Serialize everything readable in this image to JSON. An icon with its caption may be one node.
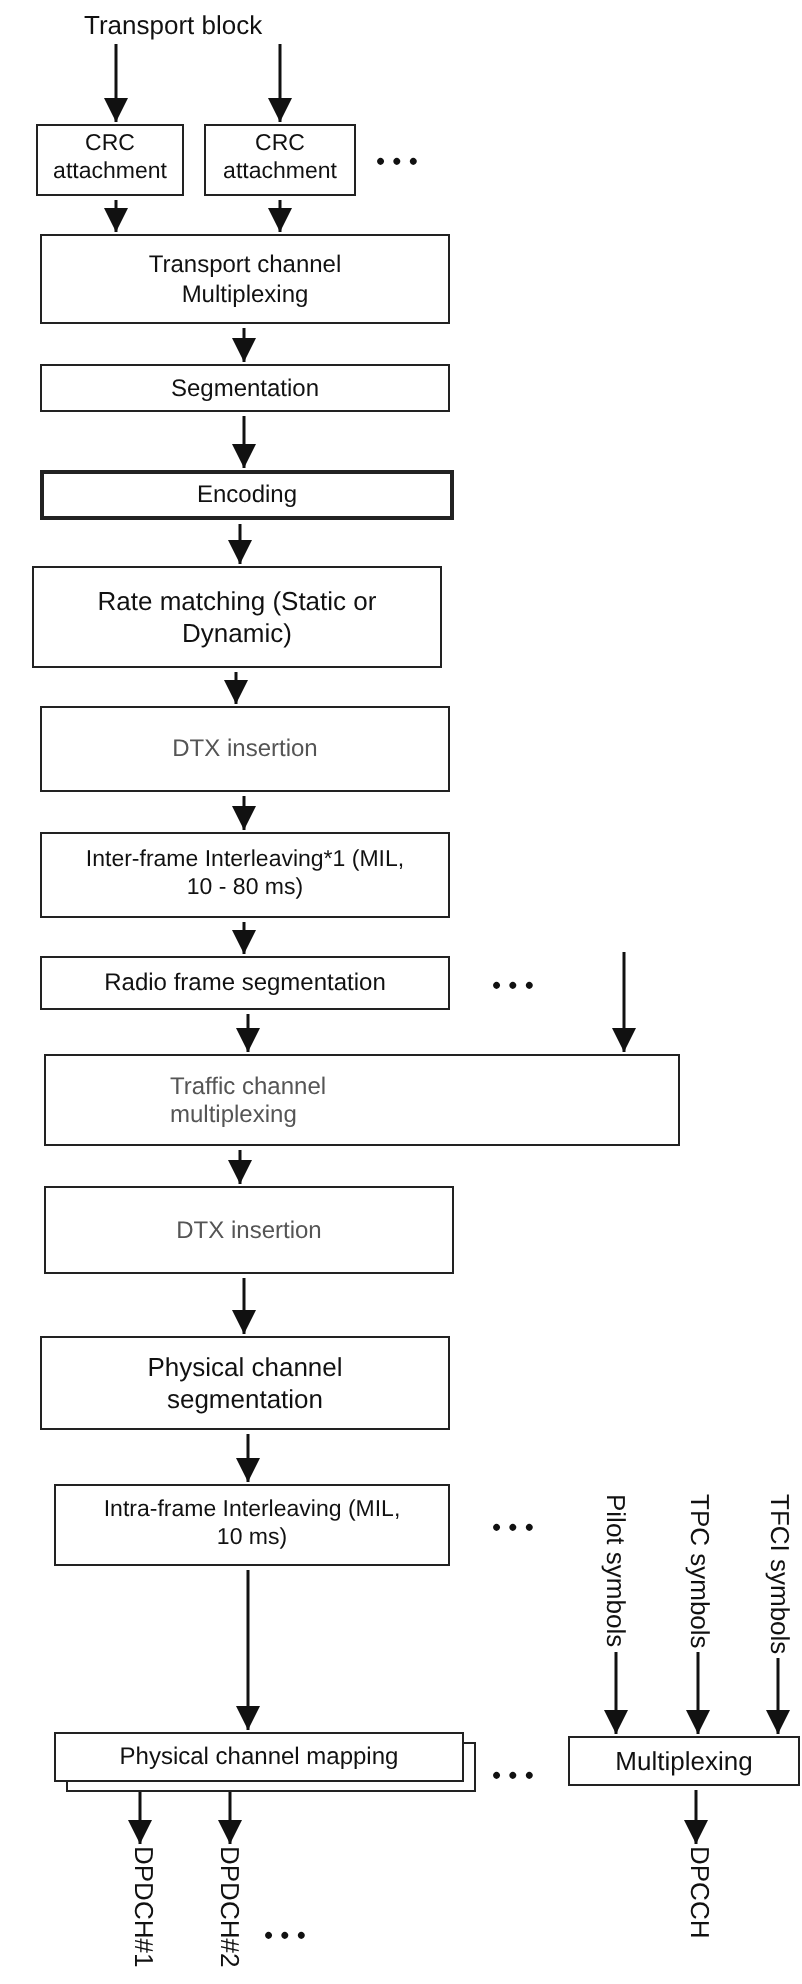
{
  "diagram": {
    "nodes": [
      {
        "text": [
          "Transport block"
        ]
      },
      {
        "text": [
          "CRC attachment"
        ]
      },
      {
        "text": [
          "CRC attachment"
        ]
      },
      {
        "text": [
          "Transport channel Multiplexing"
        ]
      },
      {
        "text": [
          "Segmentation"
        ]
      },
      {
        "text": [
          "Encoding"
        ]
      },
      {
        "text": [
          "Rate matching (Static or Dynamic)"
        ]
      },
      {
        "text": [
          "DTX insertion"
        ]
      },
      {
        "text": [
          "Inter-frame Interleaving*1 (MIL, 10 - 80 ms)"
        ]
      },
      {
        "text": [
          "Radio frame segmentation"
        ]
      },
      {
        "text": [
          "Traffic channel multiplexing"
        ]
      },
      {
        "text": [
          "DTX insertion"
        ]
      },
      {
        "text": [
          "Physical channel segmentation"
        ]
      },
      {
        "text": [
          "Intra-frame Interleaving (MIL, 10 ms)"
        ]
      },
      {
        "text": [
          "Physical channel mapping"
        ]
      },
      {
        "text": [
          "Multiplexing"
        ]
      },
      {
        "text": [
          "Pilot symbols"
        ]
      },
      {
        "text": [
          "TPC symbols"
        ]
      },
      {
        "text": [
          "TFCI symbols"
        ]
      },
      {
        "text": [
          "DPDCH#1"
        ]
      },
      {
        "text": [
          "DPDCH#2"
        ]
      },
      {
        "text": [
          "DPCCH"
        ]
      }
    ],
    "edges": [
      {
        "from": 0,
        "to": 1,
        "arrow": "to"
      },
      {
        "from": 0,
        "to": 2,
        "arrow": "to"
      },
      {
        "from": 1,
        "to": 3,
        "arrow": "to"
      },
      {
        "from": 2,
        "to": 3,
        "arrow": "to"
      },
      {
        "from": 3,
        "to": 4,
        "arrow": "to"
      },
      {
        "from": 4,
        "to": 5,
        "arrow": "to"
      },
      {
        "from": 5,
        "to": 6,
        "arrow": "to"
      },
      {
        "from": 6,
        "to": 7,
        "arrow": "to"
      },
      {
        "from": 7,
        "to": 8,
        "arrow": "to"
      },
      {
        "from": 8,
        "to": 9,
        "arrow": "to"
      },
      {
        "from": 9,
        "to": 10,
        "arrow": "to"
      },
      {
        "from": null,
        "to": 10,
        "arrow": "to"
      },
      {
        "from": 10,
        "to": 11,
        "arrow": "to"
      },
      {
        "from": 11,
        "to": 12,
        "arrow": "to"
      },
      {
        "from": 12,
        "to": 13,
        "arrow": "to"
      },
      {
        "from": 13,
        "to": 14,
        "arrow": "to"
      },
      {
        "from": 16,
        "to": 15,
        "arrow": "to"
      },
      {
        "from": 17,
        "to": 15,
        "arrow": "to"
      },
      {
        "from": 18,
        "to": 15,
        "arrow": "to"
      },
      {
        "from": 14,
        "to": 19,
        "arrow": "to"
      },
      {
        "from": 14,
        "to": 20,
        "arrow": "to"
      },
      {
        "from": 15,
        "to": 21,
        "arrow": "to"
      }
    ],
    "labels": [
      "• • •",
      "• • •",
      "• • •",
      "• • •",
      "• • •"
    ]
  }
}
